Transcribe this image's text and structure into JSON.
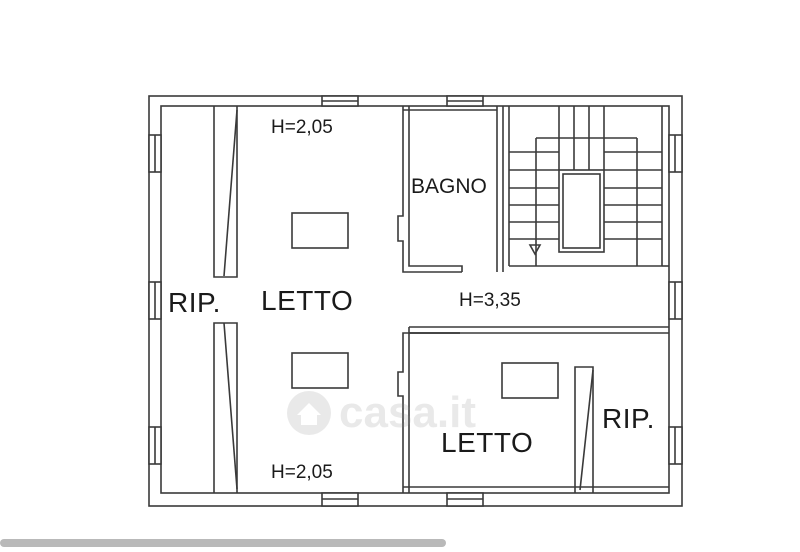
{
  "plan": {
    "heights": {
      "top_left": "H=2,05",
      "bottom_left": "H=2,05",
      "center": "H=3,35"
    },
    "rooms": {
      "bathroom": "BAGNO",
      "bedroom_main": "LETTO",
      "bedroom_second": "LETTO",
      "storage_left": "RIP.",
      "storage_right": "RIP."
    },
    "watermark": "casa.it",
    "line_color": "#3a3a3a"
  },
  "icons": {
    "stair_arrow": "down-arrow-icon",
    "watermark_logo": "house-icon"
  }
}
